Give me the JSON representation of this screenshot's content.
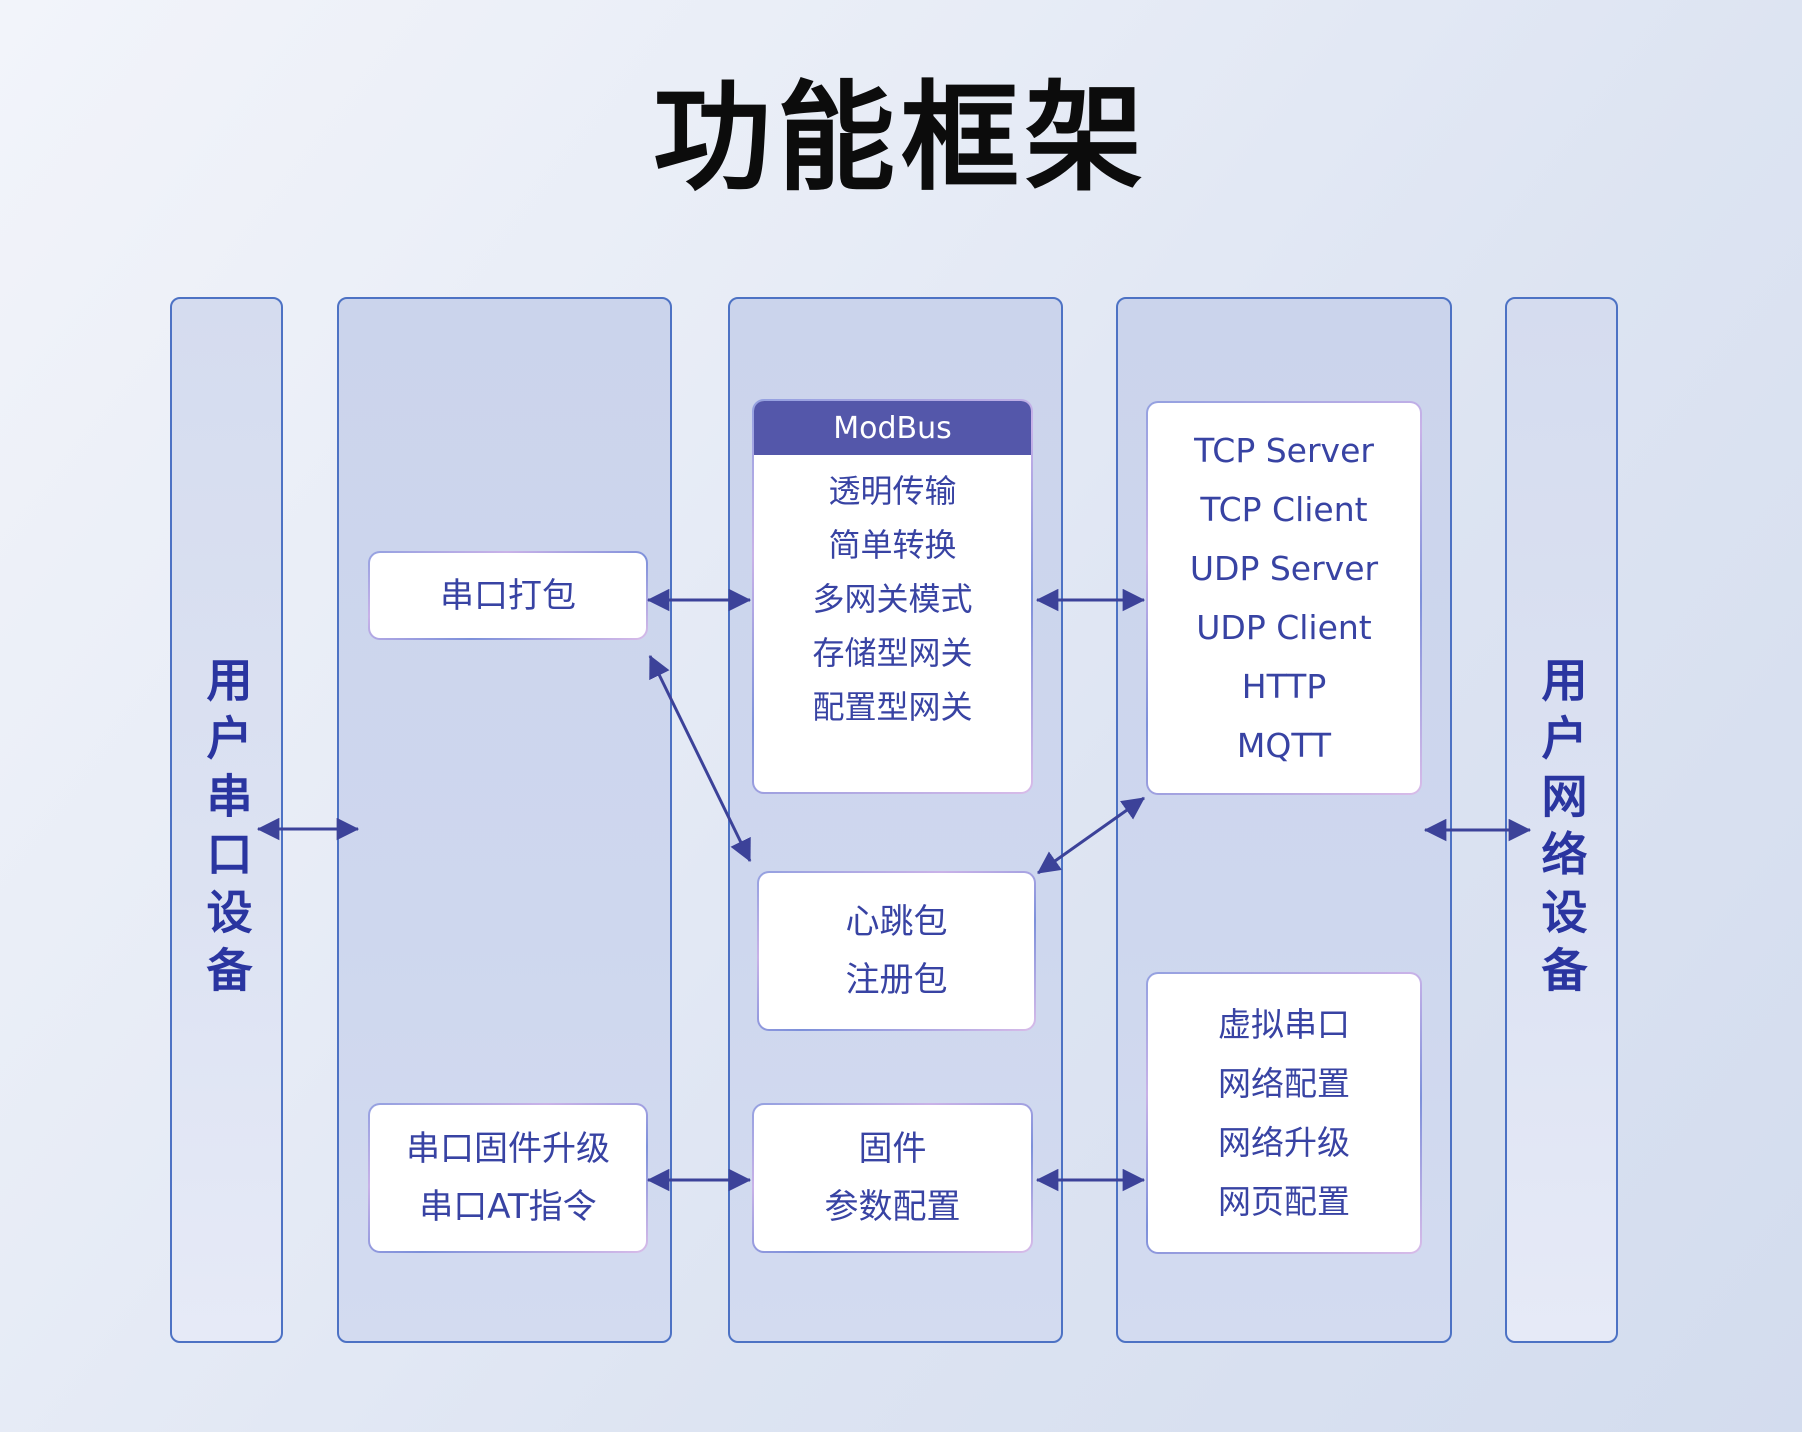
{
  "title": "功能框架",
  "left_panel": {
    "label": "用户串口设备"
  },
  "right_panel": {
    "label": "用户网络设备"
  },
  "serial_column": {
    "pack_box": {
      "line1": "串口打包"
    },
    "upgrade_box": {
      "line1": "串口固件升级",
      "line2": "串口AT指令"
    }
  },
  "core_column": {
    "modbus_box": {
      "header": "ModBus",
      "items": [
        "透明传输",
        "简单转换",
        "多网关模式",
        "存储型网关",
        "配置型网关"
      ]
    },
    "heartbeat_box": {
      "line1": "心跳包",
      "line2": "注册包"
    },
    "firmware_box": {
      "line1": "固件",
      "line2": "参数配置"
    }
  },
  "network_column": {
    "protocol_box": {
      "items": [
        "TCP Server",
        "TCP Client",
        "UDP Server",
        "UDP Client",
        "HTTP",
        "MQTT"
      ]
    },
    "tools_box": {
      "items": [
        "虚拟串口",
        "网络配置",
        "网络升级",
        "网页配置"
      ]
    }
  },
  "colors": {
    "title_text": "#0c0c0c",
    "panel_border": "#4d72c4",
    "panel_fill_edge": "#dae0f1",
    "panel_fill_mid": "#ccd5ed",
    "panel_label_text": "#2a35a0",
    "box_text": "#3843a3",
    "box_background": "#ffffff",
    "box_border_blue": "#7d90da",
    "box_border_purple": "#c9b2e8",
    "modbus_header_bg": "#5457aa",
    "modbus_header_text": "#ffffff",
    "arrow": "#3c4299"
  }
}
